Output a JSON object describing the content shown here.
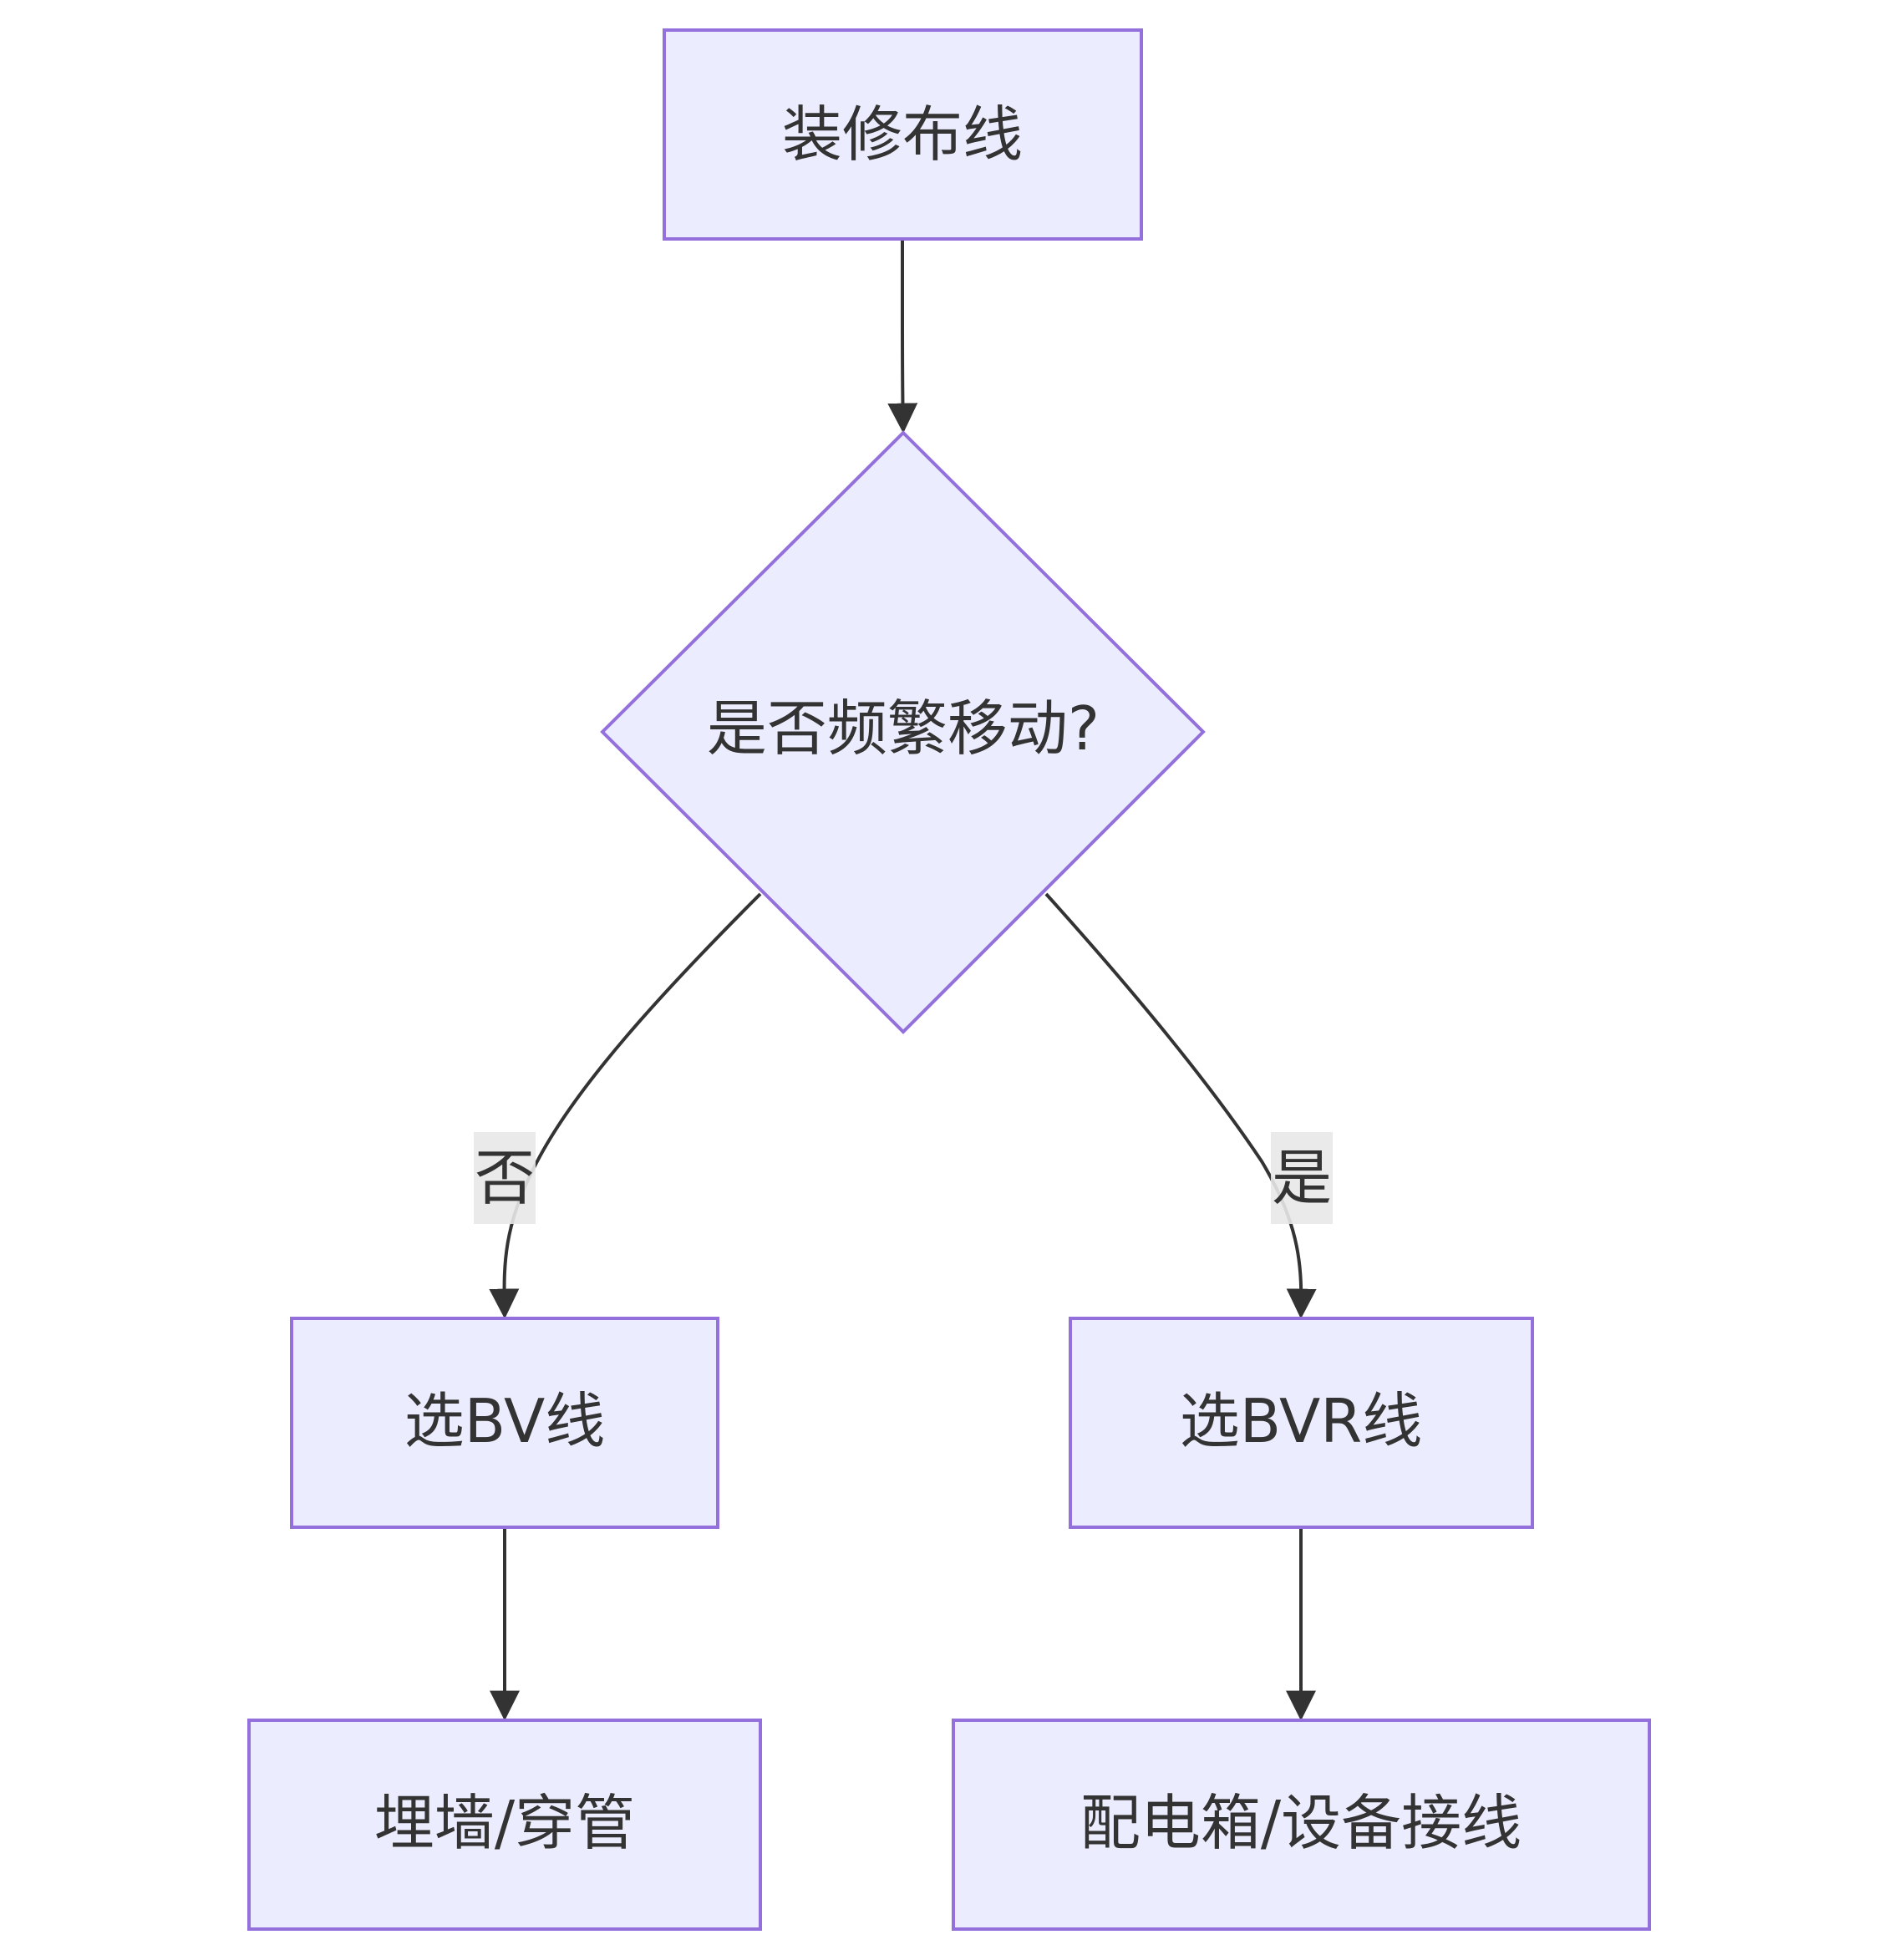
{
  "diagram": {
    "type": "flowchart",
    "direction": "top-down",
    "colors": {
      "node_fill": "#ECECFF",
      "node_stroke": "#9370DB",
      "edge": "#333333",
      "text": "#333333",
      "edge_label_bg": "#E8E8E8"
    },
    "nodes": {
      "start": {
        "label": "装修布线",
        "shape": "rectangle"
      },
      "decision": {
        "label": "是否频繁移动?",
        "shape": "diamond"
      },
      "bv": {
        "label": "选BV线",
        "shape": "rectangle"
      },
      "bvr": {
        "label": "选BVR线",
        "shape": "rectangle"
      },
      "wall": {
        "label": "埋墙/穿管",
        "shape": "rectangle"
      },
      "box": {
        "label": "配电箱/设备接线",
        "shape": "rectangle"
      }
    },
    "edges": [
      {
        "from": "start",
        "to": "decision",
        "label": ""
      },
      {
        "from": "decision",
        "to": "bv",
        "label": "否"
      },
      {
        "from": "decision",
        "to": "bvr",
        "label": "是"
      },
      {
        "from": "bv",
        "to": "wall",
        "label": ""
      },
      {
        "from": "bvr",
        "to": "box",
        "label": ""
      }
    ]
  }
}
